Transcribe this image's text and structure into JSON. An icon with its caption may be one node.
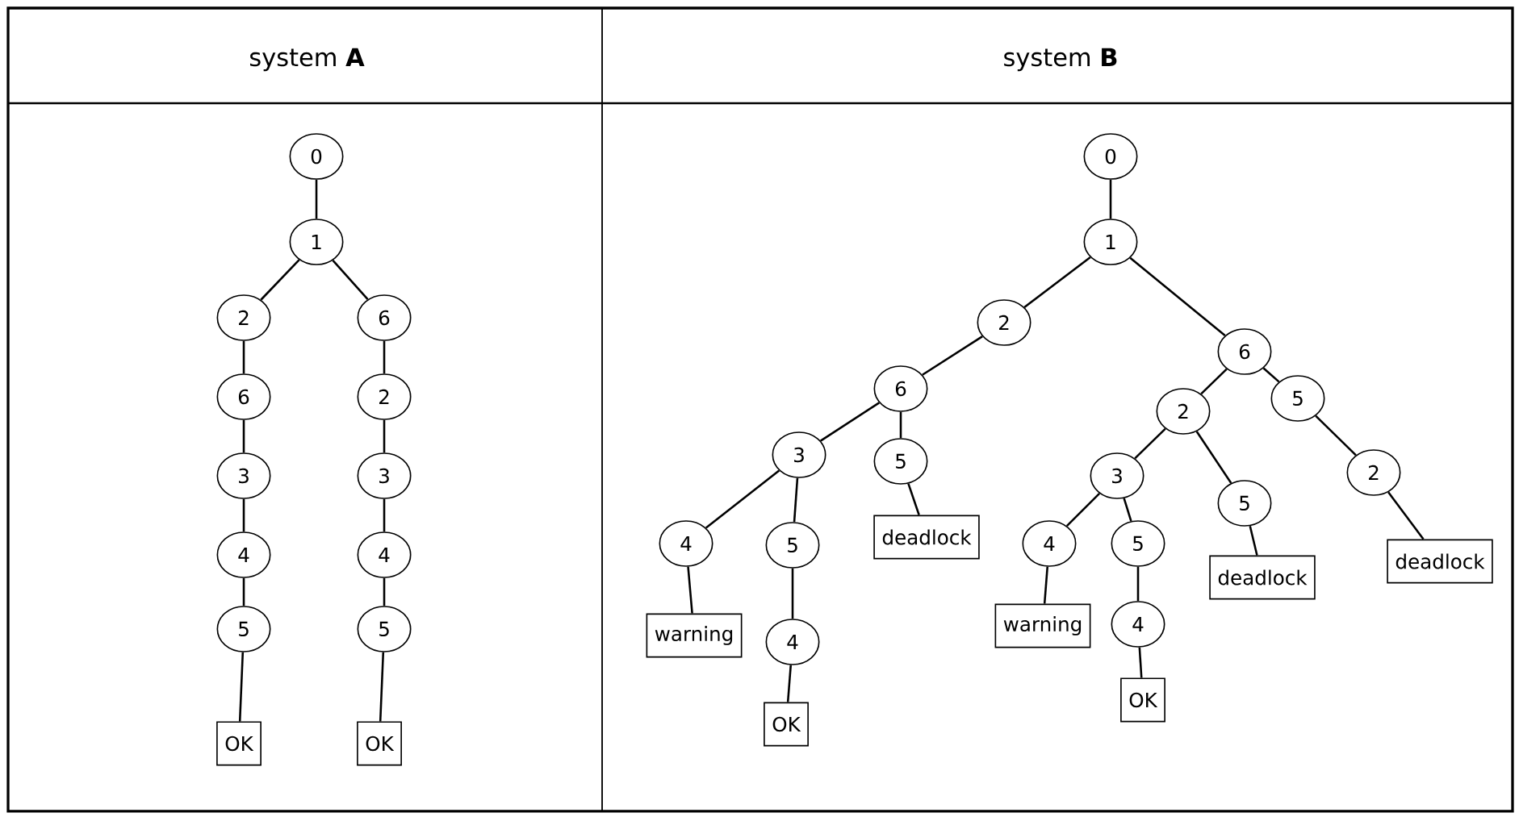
{
  "diagram": {
    "nodes": [
      {
        "text": [
          "0"
        ]
      },
      {
        "text": [
          "1"
        ]
      },
      {
        "text": [
          "2"
        ]
      },
      {
        "text": [
          "6"
        ]
      },
      {
        "text": [
          "3"
        ]
      },
      {
        "text": [
          "4"
        ]
      },
      {
        "text": [
          "5"
        ]
      },
      {
        "text": [
          "OK"
        ]
      },
      {
        "text": [
          "6"
        ]
      },
      {
        "text": [
          "2"
        ]
      },
      {
        "text": [
          "3"
        ]
      },
      {
        "text": [
          "4"
        ]
      },
      {
        "text": [
          "5"
        ]
      },
      {
        "text": [
          "OK"
        ]
      },
      {
        "text": [
          "0"
        ]
      },
      {
        "text": [
          "1"
        ]
      },
      {
        "text": [
          "2"
        ]
      },
      {
        "text": [
          "6"
        ]
      },
      {
        "text": [
          "3"
        ]
      },
      {
        "text": [
          "4"
        ]
      },
      {
        "text": [
          "warning"
        ]
      },
      {
        "text": [
          "5"
        ]
      },
      {
        "text": [
          "4"
        ]
      },
      {
        "text": [
          "OK"
        ]
      },
      {
        "text": [
          "5"
        ]
      },
      {
        "text": [
          "deadlock"
        ]
      },
      {
        "text": [
          "6"
        ]
      },
      {
        "text": [
          "2"
        ]
      },
      {
        "text": [
          "3"
        ]
      },
      {
        "text": [
          "4"
        ]
      },
      {
        "text": [
          "warning"
        ]
      },
      {
        "text": [
          "5"
        ]
      },
      {
        "text": [
          "4"
        ]
      },
      {
        "text": [
          "OK"
        ]
      },
      {
        "text": [
          "5"
        ]
      },
      {
        "text": [
          "deadlock"
        ]
      },
      {
        "text": [
          "5"
        ]
      },
      {
        "text": [
          "2"
        ]
      },
      {
        "text": [
          "deadlock"
        ]
      }
    ],
    "edges": [
      {
        "from": 0,
        "to": 1,
        "arrow": "none"
      },
      {
        "from": 1,
        "to": 2,
        "arrow": "none"
      },
      {
        "from": 2,
        "to": 3,
        "arrow": "none"
      },
      {
        "from": 3,
        "to": 4,
        "arrow": "none"
      },
      {
        "from": 4,
        "to": 5,
        "arrow": "none"
      },
      {
        "from": 5,
        "to": 6,
        "arrow": "none"
      },
      {
        "from": 6,
        "to": 7,
        "arrow": "none"
      },
      {
        "from": 1,
        "to": 8,
        "arrow": "none"
      },
      {
        "from": 8,
        "to": 9,
        "arrow": "none"
      },
      {
        "from": 9,
        "to": 10,
        "arrow": "none"
      },
      {
        "from": 10,
        "to": 11,
        "arrow": "none"
      },
      {
        "from": 11,
        "to": 12,
        "arrow": "none"
      },
      {
        "from": 12,
        "to": 13,
        "arrow": "none"
      },
      {
        "from": 14,
        "to": 15,
        "arrow": "none"
      },
      {
        "from": 15,
        "to": 16,
        "arrow": "none"
      },
      {
        "from": 16,
        "to": 17,
        "arrow": "none"
      },
      {
        "from": 17,
        "to": 18,
        "arrow": "none"
      },
      {
        "from": 18,
        "to": 19,
        "arrow": "none"
      },
      {
        "from": 19,
        "to": 20,
        "arrow": "none"
      },
      {
        "from": 18,
        "to": 21,
        "arrow": "none"
      },
      {
        "from": 21,
        "to": 22,
        "arrow": "none"
      },
      {
        "from": 22,
        "to": 23,
        "arrow": "none"
      },
      {
        "from": 17,
        "to": 24,
        "arrow": "none"
      },
      {
        "from": 24,
        "to": 25,
        "arrow": "none"
      },
      {
        "from": 15,
        "to": 26,
        "arrow": "none"
      },
      {
        "from": 26,
        "to": 27,
        "arrow": "none"
      },
      {
        "from": 27,
        "to": 28,
        "arrow": "none"
      },
      {
        "from": 28,
        "to": 29,
        "arrow": "none"
      },
      {
        "from": 29,
        "to": 30,
        "arrow": "none"
      },
      {
        "from": 28,
        "to": 31,
        "arrow": "none"
      },
      {
        "from": 31,
        "to": 32,
        "arrow": "none"
      },
      {
        "from": 32,
        "to": 33,
        "arrow": "none"
      },
      {
        "from": 27,
        "to": 34,
        "arrow": "none"
      },
      {
        "from": 34,
        "to": 35,
        "arrow": "none"
      },
      {
        "from": 26,
        "to": 36,
        "arrow": "none"
      },
      {
        "from": 36,
        "to": 37,
        "arrow": "none"
      },
      {
        "from": 37,
        "to": 38,
        "arrow": "none"
      }
    ],
    "labels": [
      "system **A**",
      "system **B**"
    ]
  }
}
